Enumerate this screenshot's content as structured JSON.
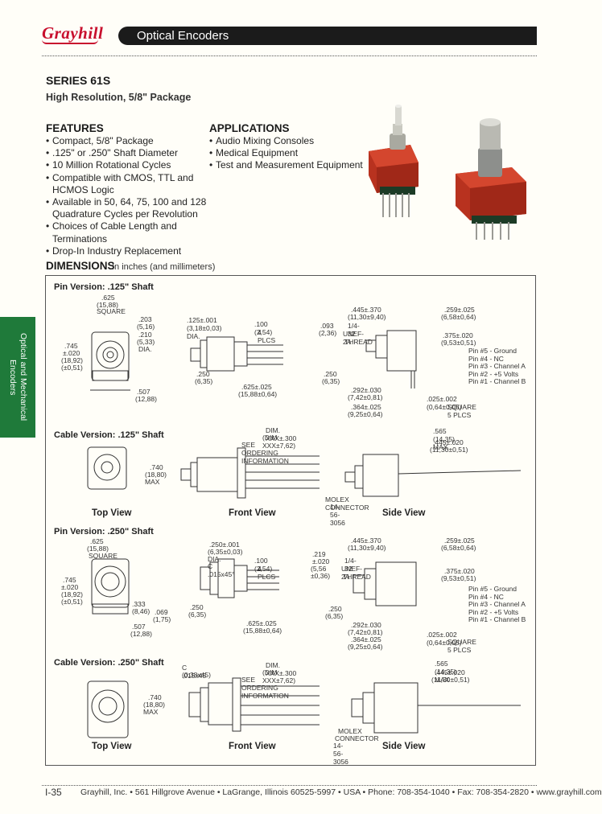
{
  "header": {
    "logo": "Grayhill",
    "title": "Optical Encoders"
  },
  "series": {
    "title": "SERIES 61S",
    "subtitle": "High Resolution, 5/8\" Package"
  },
  "features": {
    "title": "FEATURES",
    "items": [
      "Compact, 5/8\" Package",
      ".125\" or .250\" Shaft Diameter",
      "10 Million Rotational Cycles",
      "Compatible with CMOS, TTL and HCMOS Logic",
      "Available in 50, 64, 75, 100 and 128 Quadrature Cycles per Revolution",
      "Choices of Cable Length and Terminations",
      "Drop-In Industry Replacement"
    ]
  },
  "applications": {
    "title": "APPLICATIONS",
    "items": [
      "Audio Mixing Consoles",
      "Medical Equipment",
      "Test and Measurement Equipment"
    ]
  },
  "side_tab": "Optical and Mechanical Encoders",
  "dimensions": {
    "title": "DIMENSIONS",
    "subtitle": "In inches (and millimeters)",
    "blocks": {
      "pin125": "Pin Version: .125\" Shaft",
      "cable125": "Cable Version: .125\" Shaft",
      "pin250": "Pin Version: .250\" Shaft",
      "cable250": "Cable Version: .250\" Shaft"
    },
    "views": {
      "top": "Top View",
      "front": "Front View",
      "side": "Side View"
    },
    "pin_legend": [
      "Pin #5 - Ground",
      "Pin #4 - NC",
      "Pin #3 - Channel A",
      "Pin #2 - +5 Volts",
      "Pin #1 - Channel B"
    ],
    "labels": {
      "sq625": ".625",
      "sq625mm": "(15,88)",
      "square": "SQUARE",
      "d203": ".203",
      "d203mm": "(5,16)",
      "d210": ".210",
      "d210mm": "(5,33)",
      "dia": "DIA.",
      "d745": ".745",
      "d020": "±.020",
      "d745mm": "(18,92)",
      "d745mm2": "(±0,51)",
      "d125": ".125±.001",
      "d125mm": "(3,18±0,03)",
      "d100": ".100 (2,54)",
      "plcs4": "4 PLCS",
      "d250": ".250",
      "d250mm": "(6,35)",
      "d625b": ".625±.025",
      "d625bmm": "(15,88±0,64)",
      "d507": ".507",
      "d507mm": "(12,88)",
      "d093": ".093",
      "d093mm": "(2,36)",
      "thread": "1/4-32",
      "unef": "UNEF-2A",
      "thread2": "THREAD",
      "d445": ".445±.370",
      "d445mm": "(11,30±9,40)",
      "d259": ".259±.025",
      "d259mm": "(6,58±0,64)",
      "d375": ".375±.020",
      "d375mm": "(9,53±0,51)",
      "d292": ".292±.030",
      "d292mm": "(7,42±0,81)",
      "d364": ".364±.025",
      "d364mm": "(9,25±0,64)",
      "d025": ".025±.002 (0,64±0,05)",
      "sq5": "SQUARE 5 PLCS",
      "dimxxx": "DIM. XXX±.300",
      "dimxxxmm": "(DIM. XXX±7,62)",
      "see": "SEE ORDERING INFORMATION",
      "d740": ".740",
      "d740mm": "(18,80)",
      "max": "MAX",
      "d565": ".565 (14,35) MAX",
      "d445b": ".445±.020",
      "d445bmm": "(11,30±0,51)",
      "molex": "MOLEX CONNECTOR",
      "molexpn": "14-56-3056",
      "d250b": ".250±.001",
      "d250bmm": "(6,35±0,03)",
      "chamfer": "C .015x45°",
      "d219": ".219",
      "d219mm": "±.020",
      "d219mm2": "(5,56",
      "d219mm3": "±0,36)",
      "unef2": "UNEF-2A",
      "d333": ".333",
      "d333mm": "(8,46)",
      "d069": ".069",
      "d069mm": "(1,75)",
      "d625c": ".625±.025",
      "d625cmm": "(15,88±0,64)",
      "d625d": ".625",
      "d625dmm": "(15,88)",
      "cham2": "C .015x45",
      "cham2mm": "(0,38x45)",
      "molex2a": "MOLEX",
      "molex2b": "CONNECTOR"
    }
  },
  "footer": {
    "page": "I-35",
    "text": "Grayhill, Inc.  •  561 Hillgrove Avenue  •  LaGrange, Illinois  60525-5997  •  USA  •  Phone: 708-354-1040  •  Fax: 708-354-2820  •  www.grayhill.com"
  },
  "colors": {
    "brand_red": "#c8102e",
    "header_black": "#1b1b1b",
    "tab_green": "#1f7a3a",
    "encoder_red": "#c0392b"
  }
}
